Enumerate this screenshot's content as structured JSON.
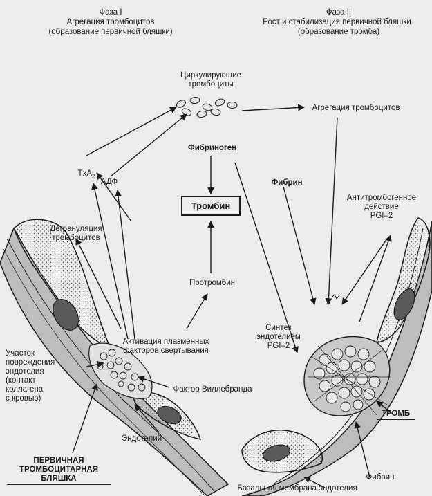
{
  "phase1": {
    "title": "Фаза I",
    "subtitle": "Агрегация тромбоцитов",
    "subtitle2": "(образование первичной бляшки)"
  },
  "phase2": {
    "title": "Фаза II",
    "subtitle": "Рост и стабилизация первичной бляшки",
    "subtitle2": "(образование тромба)"
  },
  "labels": {
    "circulating": "Циркулирующие\nтромбоциты",
    "aggregation": "Агрегация тромбоцитов",
    "txa2_main": "TxA",
    "txa2_sub": "2",
    "adp": "АДФ",
    "fibrinogen": "Фибриноген",
    "fibrin_top": "Фибрин",
    "thrombin": "Тромбин",
    "antithrombogenic": "Антитромбогенное\nдействие\nPGI–2",
    "degranulation": "Дегрануляция\nтромбоцитов",
    "prothrombin": "Протромбин",
    "synthesis": "Синтез\nэндотелием\nPGI–2",
    "activation": "Активация плазменных\nфакторов свертывания",
    "injury_site": "Участок\nповреждения\nэндотелия\n(контакт\nколлагена\nс кровью)",
    "willebrand": "Фактор Виллебранда",
    "endothelium": "Эндотелий",
    "primary_plaque": "ПЕРВИЧНАЯ\nТРОМБОЦИТАРНАЯ\nБЛЯШКА",
    "thrombus": "ТРОМБ",
    "fibrin_bottom": "Фибрин",
    "basal_membrane": "Базальная мембрана эндотелия"
  }
}
